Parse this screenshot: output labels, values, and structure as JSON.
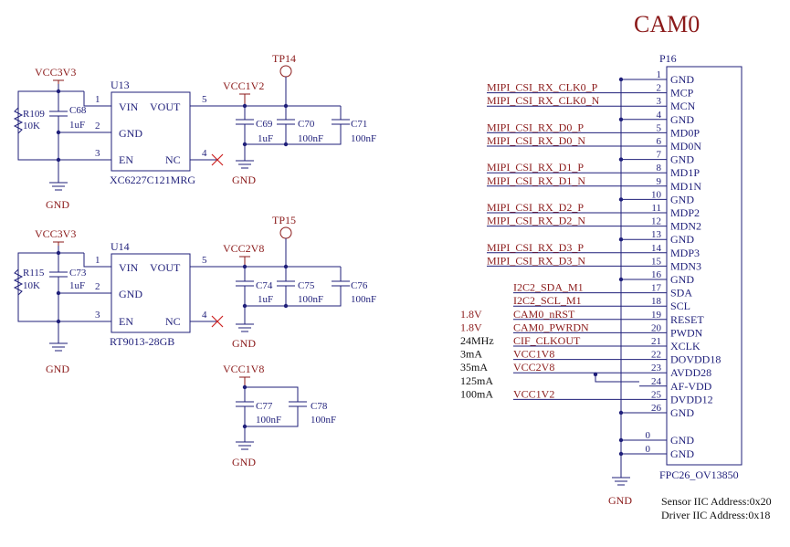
{
  "title": "CAM0",
  "u13": {
    "supply": "VCC3V3",
    "ref": "U13",
    "part": "XC6227C121MRG",
    "pins": {
      "vin": "VIN",
      "vout": "VOUT",
      "gnd": "GND",
      "en": "EN",
      "nc": "NC"
    },
    "pin_nums": {
      "vin": "1",
      "gnd": "2",
      "en": "3",
      "vout": "5",
      "nc": "4"
    },
    "r_ref": "R109",
    "r_val": "10K",
    "c_in_ref": "C68",
    "c_in_val": "1uF",
    "out_net": "VCC1V2",
    "tp": "TP14",
    "caps": [
      {
        "ref": "C69",
        "val": "1uF"
      },
      {
        "ref": "C70",
        "val": "100nF"
      },
      {
        "ref": "C71",
        "val": "100nF"
      }
    ],
    "gnd_left": "GND",
    "gnd_right": "GND"
  },
  "u14": {
    "supply": "VCC3V3",
    "ref": "U14",
    "part": "RT9013-28GB",
    "pins": {
      "vin": "VIN",
      "vout": "VOUT",
      "gnd": "GND",
      "en": "EN",
      "nc": "NC"
    },
    "pin_nums": {
      "vin": "1",
      "gnd": "2",
      "en": "3",
      "vout": "5",
      "nc": "4"
    },
    "r_ref": "R115",
    "r_val": "10K",
    "c_in_ref": "C73",
    "c_in_val": "1uF",
    "out_net": "VCC2V8",
    "tp": "TP15",
    "caps": [
      {
        "ref": "C74",
        "val": "1uF"
      },
      {
        "ref": "C75",
        "val": "100nF"
      },
      {
        "ref": "C76",
        "val": "100nF"
      }
    ],
    "gnd_left": "GND",
    "gnd_right": "GND"
  },
  "vcc1v8_block": {
    "net": "VCC1V8",
    "caps": [
      {
        "ref": "C77",
        "val": "100nF"
      },
      {
        "ref": "C78",
        "val": "100nF"
      }
    ],
    "gnd": "GND"
  },
  "connector": {
    "ref": "P16",
    "part": "FPC26_OV13850",
    "pins": [
      {
        "num": "1",
        "name": "GND",
        "net": "",
        "note": ""
      },
      {
        "num": "2",
        "name": "MCP",
        "net": "MIPI_CSI_RX_CLK0_P",
        "note": ""
      },
      {
        "num": "3",
        "name": "MCN",
        "net": "MIPI_CSI_RX_CLK0_N",
        "note": ""
      },
      {
        "num": "4",
        "name": "GND",
        "net": "",
        "note": ""
      },
      {
        "num": "5",
        "name": "MD0P",
        "net": "MIPI_CSI_RX_D0_P",
        "note": ""
      },
      {
        "num": "6",
        "name": "MD0N",
        "net": "MIPI_CSI_RX_D0_N",
        "note": ""
      },
      {
        "num": "7",
        "name": "GND",
        "net": "",
        "note": ""
      },
      {
        "num": "8",
        "name": "MD1P",
        "net": "MIPI_CSI_RX_D1_P",
        "note": ""
      },
      {
        "num": "9",
        "name": "MD1N",
        "net": "MIPI_CSI_RX_D1_N",
        "note": ""
      },
      {
        "num": "10",
        "name": "GND",
        "net": "",
        "note": ""
      },
      {
        "num": "11",
        "name": "MDP2",
        "net": "MIPI_CSI_RX_D2_P",
        "note": ""
      },
      {
        "num": "12",
        "name": "MDN2",
        "net": "MIPI_CSI_RX_D2_N",
        "note": ""
      },
      {
        "num": "13",
        "name": "GND",
        "net": "",
        "note": ""
      },
      {
        "num": "14",
        "name": "MDP3",
        "net": "MIPI_CSI_RX_D3_P",
        "note": ""
      },
      {
        "num": "15",
        "name": "MDN3",
        "net": "MIPI_CSI_RX_D3_N",
        "note": ""
      },
      {
        "num": "16",
        "name": "GND",
        "net": "",
        "note": ""
      },
      {
        "num": "17",
        "name": "SDA",
        "net": "I2C2_SDA_M1",
        "note": ""
      },
      {
        "num": "18",
        "name": "SCL",
        "net": "I2C2_SCL_M1",
        "note": ""
      },
      {
        "num": "19",
        "name": "RESET",
        "net": "CAM0_nRST",
        "note": "1.8V"
      },
      {
        "num": "20",
        "name": "PWDN",
        "net": "CAM0_PWRDN",
        "note": "1.8V"
      },
      {
        "num": "21",
        "name": "XCLK",
        "net": "CIF_CLKOUT",
        "note": "24MHz"
      },
      {
        "num": "22",
        "name": "DOVDD18",
        "net": "VCC1V8",
        "note": "3mA"
      },
      {
        "num": "23",
        "name": "AVDD28",
        "net": "VCC2V8",
        "note": "35mA"
      },
      {
        "num": "24",
        "name": "AF-VDD",
        "net": "",
        "note": "125mA"
      },
      {
        "num": "25",
        "name": "DVDD12",
        "net": "VCC1V2",
        "note": "100mA"
      },
      {
        "num": "26",
        "name": "GND",
        "net": "",
        "note": ""
      }
    ],
    "extra_pins": [
      {
        "num": "0",
        "name": "GND"
      },
      {
        "num": "0",
        "name": "GND"
      }
    ],
    "gnd": "GND"
  },
  "footer": {
    "line1": "Sensor IIC Address:0x20",
    "line2": "Driver IIC Address:0x18"
  }
}
